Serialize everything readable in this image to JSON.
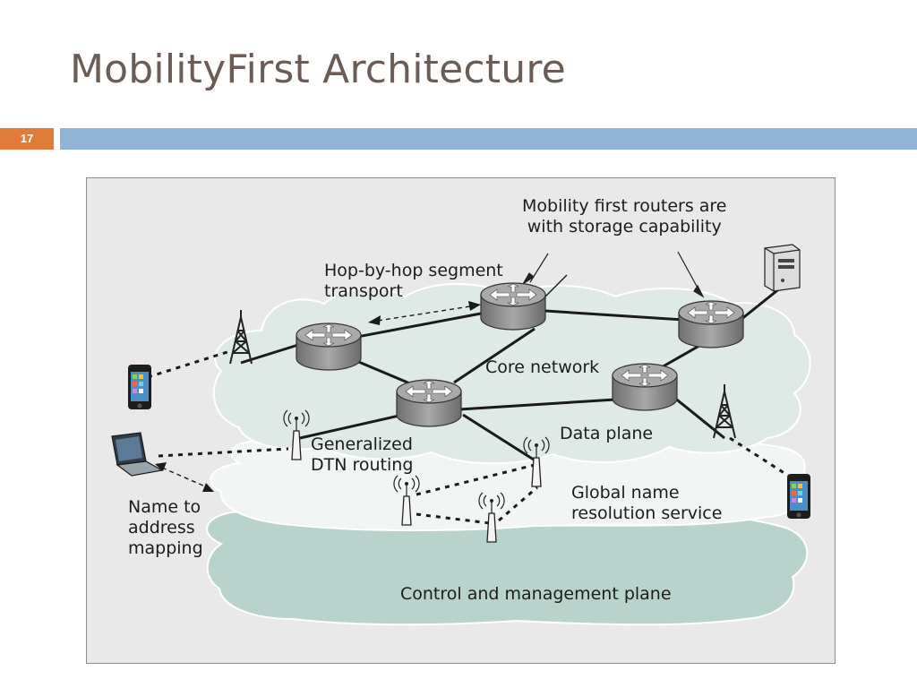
{
  "slide": {
    "title": "MobilityFirst Architecture",
    "page_number": "17",
    "colors": {
      "title": "#6b5d55",
      "page_badge": "#e07b39",
      "header_bar": "#8fb4d4"
    }
  },
  "diagram": {
    "labels": {
      "routers_storage": "Mobility first routers are\nwith storage capability",
      "hop_by_hop": "Hop-by-hop segment\ntransport",
      "core_network": "Core network",
      "data_plane": "Data plane",
      "generalized_dtn": "Generalized\nDTN routing",
      "name_to_address": "Name to\naddress\nmapping",
      "global_name": "Global name\nresolution service",
      "control_plane": "Control and management plane"
    },
    "colors": {
      "core_cloud": "#dfe9e6",
      "resolution_cloud": "#f1f5f4",
      "control_cloud": "#b8d3cc",
      "router": "#8a8a8a"
    },
    "icons": [
      "router-icon",
      "server-icon",
      "cell-tower-icon",
      "smartphone-icon",
      "laptop-icon",
      "access-point-icon"
    ]
  }
}
